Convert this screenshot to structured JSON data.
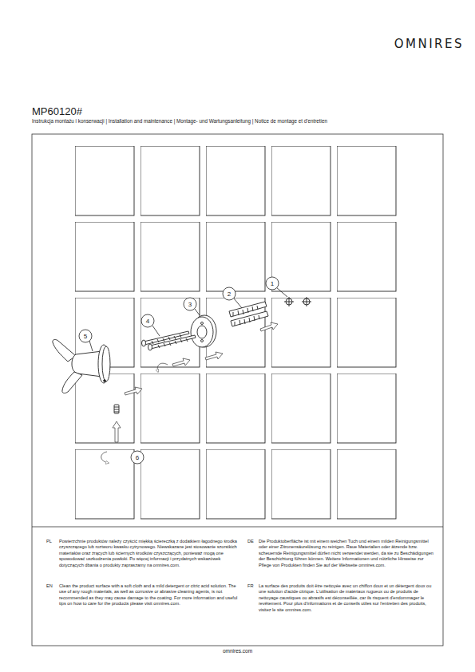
{
  "diagram": {
    "title": "MP60120#",
    "labels": [
      "OMNIRES",
      "Instrukcja montażu i konserwacji | Installation and maintenance | Montage- und Wartungsanleitung | Notice de montage et d'entretien",
      "1",
      "2",
      "3",
      "4",
      "5",
      "6",
      "PL",
      "Powierzchnie produktów należy czyścić miękką ściereczką z dodatkiem łagodnego środka czyszczącego lub roztworu kwasku cytrynowego. Niewskazane jest stosowanie szorstkich materiałów oraz żrących lub ściernych środków czyszczących, ponieważ mogą one spowodować uszkodzenia powłoki. Po więcej informacji i przydatnych wskazówek dotyczących dbania o produkty zapraszamy na omnires.com.",
      "EN",
      "Clean the product surface with a soft cloth and a mild detergent or citric acid solution. The use of any rough materials, as well as corrosive or abrasive cleaning agents, is not recommended as they may cause damage to the coating. For more information and useful tips on how to care for the products please visit omnires.com.",
      "DE",
      "Die Produktoberfläche ist mit einem weichen Tuch und einem milden Reinigungsmittel oder einer Zitronensäurelösung zu reinigen. Raue Materialien oder ätzende bzw. scheuernde Reinigungsmittel dürfen nicht verwendet werden, da sie zu Beschädigungen der Beschichtung führen können. Weitere Informationen und nützliche Hinweise zur Pflege von Produkten finden Sie auf der Webseite omnires.com.",
      "FR",
      "La surface des produits doit être nettoyée avec un chiffon doux et un détergent doux ou une solution d'acide citrique. L'utilisation de matériaux rugueux ou de produits de nettoyage caustiques ou abrasifs est déconseillée, car ils risquent d'endommager le revêtement. Pour plus d'informations et de conseils utiles sur l'entretien des produits, visitez le site omnires.com.",
      "omnires.com"
    ]
  }
}
